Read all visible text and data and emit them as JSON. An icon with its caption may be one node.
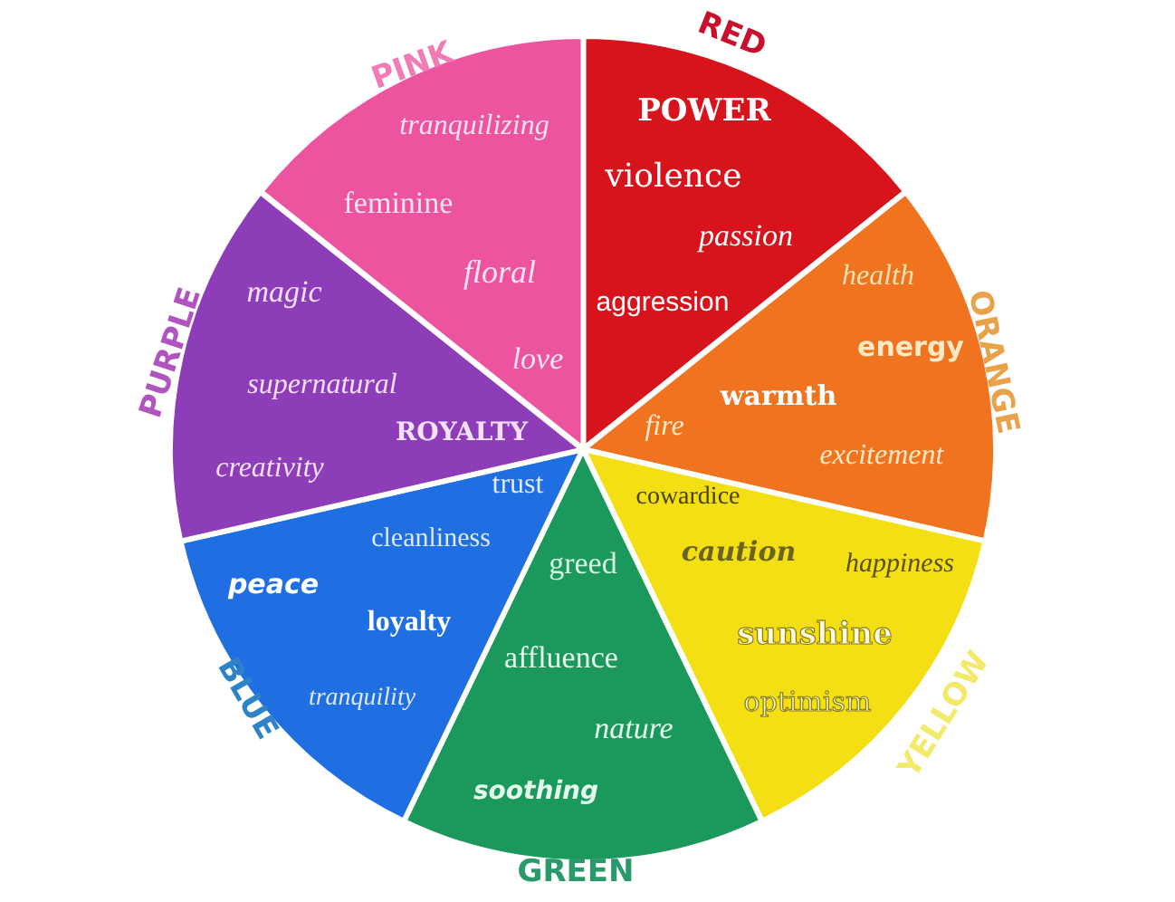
{
  "diagram": {
    "nodes": [
      {
        "text": [
          "RED",
          "POWER",
          "violence",
          "passion",
          "aggression"
        ]
      },
      {
        "text": [
          "ORANGE",
          "health",
          "energy",
          "warmth",
          "fire",
          "excitement"
        ]
      },
      {
        "text": [
          "YELLOW",
          "cowardice",
          "caution",
          "happiness",
          "sunshine",
          "optimism"
        ]
      },
      {
        "text": [
          "GREEN",
          "greed",
          "affluence",
          "nature",
          "soothing"
        ]
      },
      {
        "text": [
          "BLUE",
          "trust",
          "cleanliness",
          "peace",
          "loyalty",
          "tranquility"
        ]
      },
      {
        "text": [
          "PURPLE",
          "magic",
          "supernatural",
          "ROYALTY",
          "creativity"
        ]
      },
      {
        "text": [
          "PINK",
          "tranquilizing",
          "feminine",
          "floral",
          "love"
        ]
      }
    ]
  }
}
